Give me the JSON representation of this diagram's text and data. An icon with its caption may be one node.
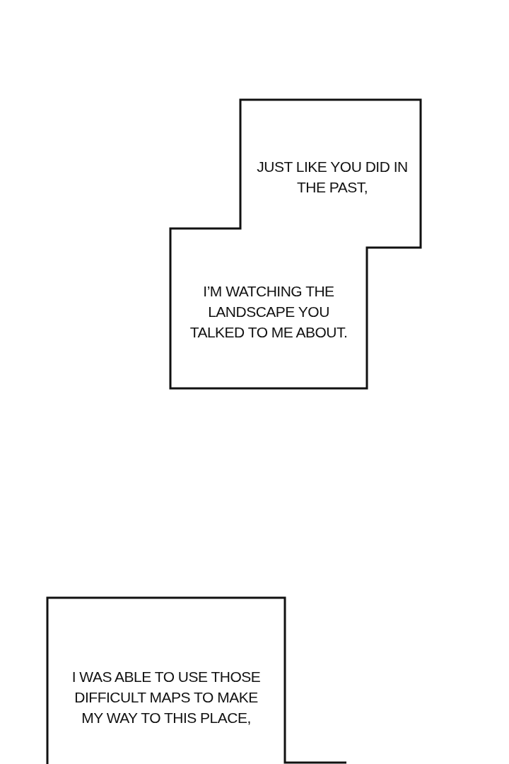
{
  "diagram": {
    "nodes": [
      {
        "text": [
          "JUST LIKE YOU DID IN THE PAST,"
        ]
      },
      {
        "text": [
          "I’M WATCHING THE LANDSCAPE YOU TALKED TO ME ABOUT."
        ]
      },
      {
        "text": [
          "I WAS ABLE TO USE THOSE DIFFICULT MAPS TO MAKE MY WAY TO THIS PLACE,"
        ]
      }
    ]
  }
}
